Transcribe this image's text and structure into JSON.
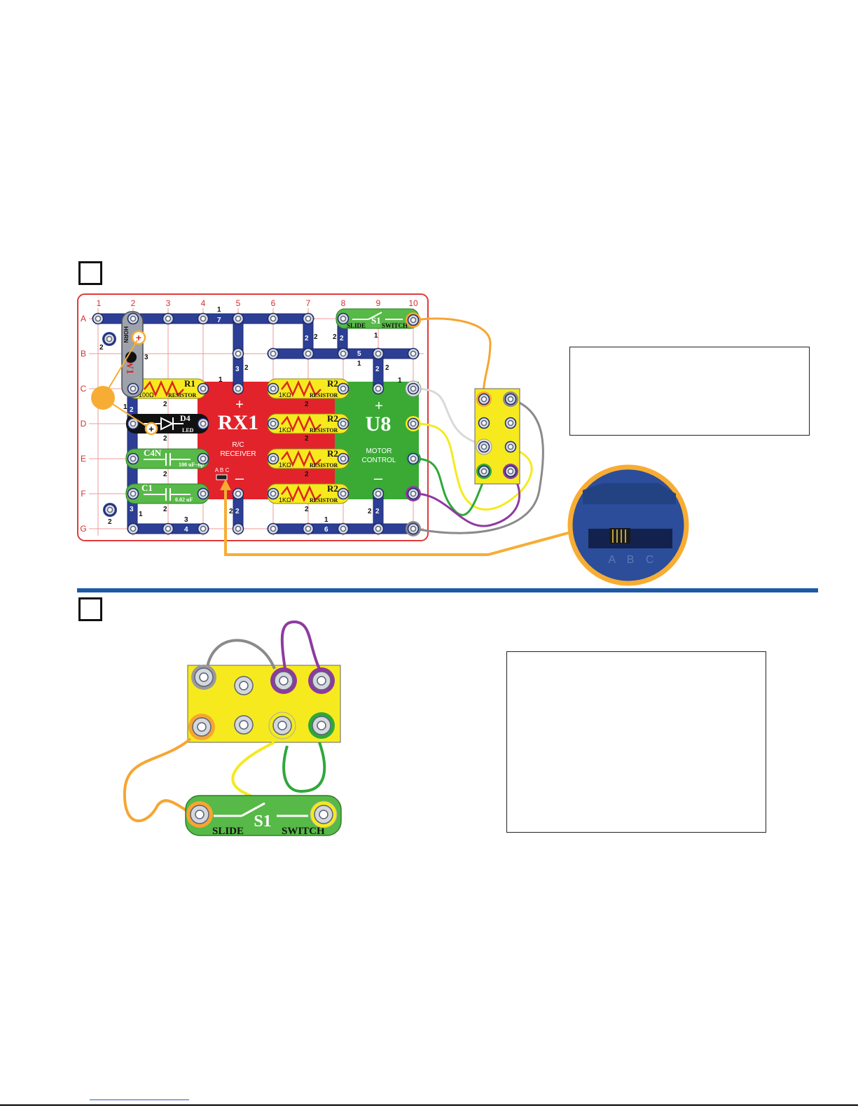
{
  "colors": {
    "grid": "#e03a3a",
    "snap_blue": "#2c3f95",
    "rx1_red": "#e3232b",
    "u8_green": "#3aaa35",
    "part_yellow": "#f6ea1f",
    "switch_green": "#57b947",
    "accent_orange": "#f7ad33",
    "divider_blue": "#1d5aa6"
  },
  "grid": {
    "columns": [
      "1",
      "2",
      "3",
      "4",
      "5",
      "6",
      "7",
      "8",
      "9",
      "10"
    ],
    "rows": [
      "A",
      "B",
      "C",
      "D",
      "E",
      "F",
      "G"
    ]
  },
  "parts": {
    "rx1": {
      "name": "RX1",
      "line1": "R/C",
      "line2": "RECEIVER",
      "plus": "+",
      "minus": "–",
      "abc": "A B C"
    },
    "u8": {
      "name": "U8",
      "line1": "MOTOR",
      "line2": "CONTROL",
      "plus": "+",
      "minus": "–"
    },
    "r1": {
      "name": "R1",
      "value": "100Ω",
      "type": "RESISTOR"
    },
    "r2": {
      "name": "R2",
      "value": "1KΩ",
      "type": "RESISTOR"
    },
    "d4": {
      "name": "D4",
      "type": "LED",
      "plus": "+"
    },
    "c4": {
      "name": "C4N",
      "value": "100 uF–np"
    },
    "c1": {
      "name": "C1",
      "value": "0.02 uF"
    },
    "w1": {
      "name": "W1",
      "type": "HORN",
      "plus": "+"
    },
    "s1": {
      "name": "S1",
      "left": "SLIDE",
      "right": "SWITCH"
    }
  },
  "snap_labels": {
    "n1": "1",
    "n2": "2",
    "n3": "3",
    "n4": "4",
    "n5": "5",
    "n6": "6",
    "n7": "7"
  },
  "inset": {
    "letters": "A B C"
  }
}
